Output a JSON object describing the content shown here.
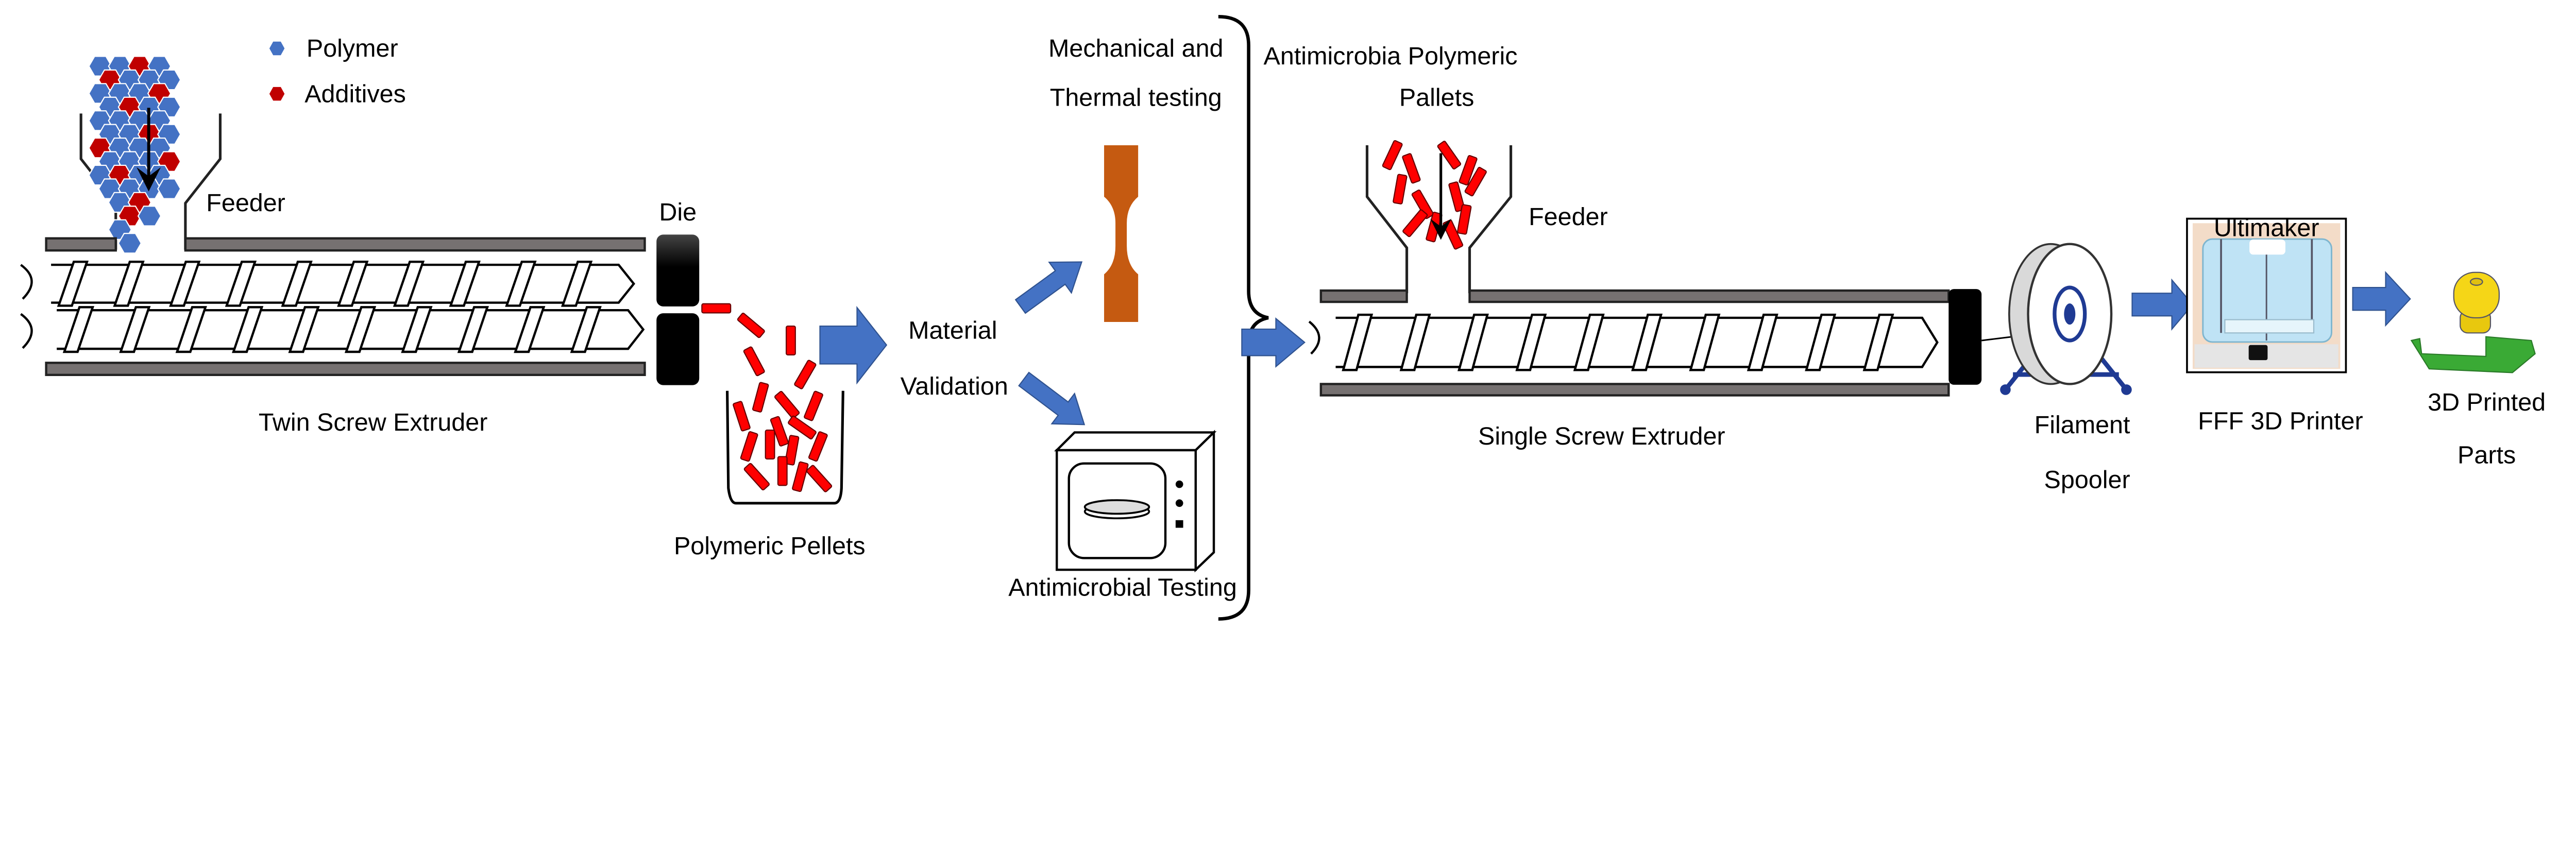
{
  "legend": {
    "polymer": "Polymer",
    "additives": "Additives"
  },
  "stage1": {
    "feeder": "Feeder",
    "die": "Die",
    "extruder": "Twin Screw Extruder",
    "pellets": "Polymeric Pellets"
  },
  "validation": {
    "line1": "Material",
    "line2": "Validation",
    "mech_line1": "Mechanical and",
    "mech_line2": "Thermal testing",
    "antimicrobial": "Antimicrobial Testing"
  },
  "stage2": {
    "pallets_line1": "Antimicrobia Polymeric",
    "pallets_line2": "Pallets",
    "feeder": "Feeder",
    "extruder": "Single Screw Extruder",
    "spooler_line1": "Filament",
    "spooler_line2": "Spooler",
    "printer": "FFF 3D Printer",
    "printer_brand": "Ultimaker",
    "parts_line1": "3D Printed",
    "parts_line2": "Parts"
  },
  "colors": {
    "polymer": "#4472c4",
    "additive": "#c00000",
    "pellet": "#ff0000",
    "arrow": "#4472c4",
    "barrel": "#767171",
    "specimen": "#c55a11",
    "spool_stand": "#1f3a93",
    "part_yellow": "#f5d617",
    "part_green": "#3aaa35"
  }
}
